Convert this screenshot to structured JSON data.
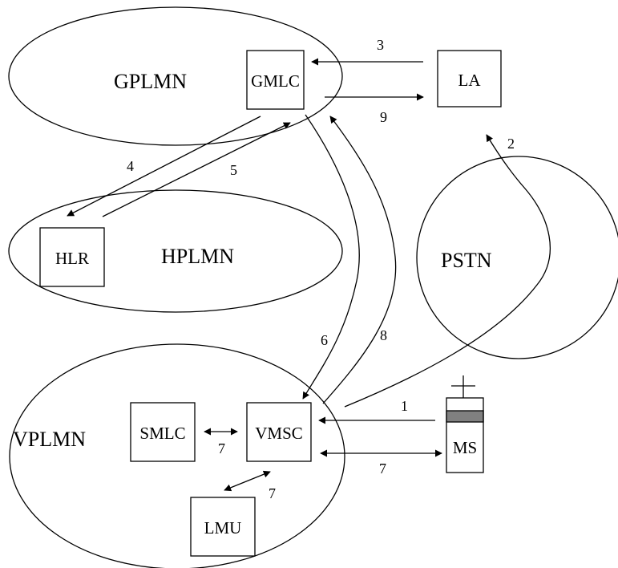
{
  "networks": {
    "gplmn": "GPLMN",
    "hplmn": "HPLMN",
    "vplmn": "VPLMN",
    "pstn": "PSTN"
  },
  "nodes": {
    "gmlc": "GMLC",
    "la": "LA",
    "hlr": "HLR",
    "smlc": "SMLC",
    "vmsc": "VMSC",
    "lmu": "LMU",
    "ms": "MS"
  },
  "steps": {
    "s1": "1",
    "s2": "2",
    "s3": "3",
    "s4": "4",
    "s5": "5",
    "s6": "6",
    "s7a": "7",
    "s7b": "7",
    "s7c": "7",
    "s8": "8",
    "s9": "9"
  },
  "colors": {
    "stroke": "#000000",
    "ms_band": "#808080"
  }
}
